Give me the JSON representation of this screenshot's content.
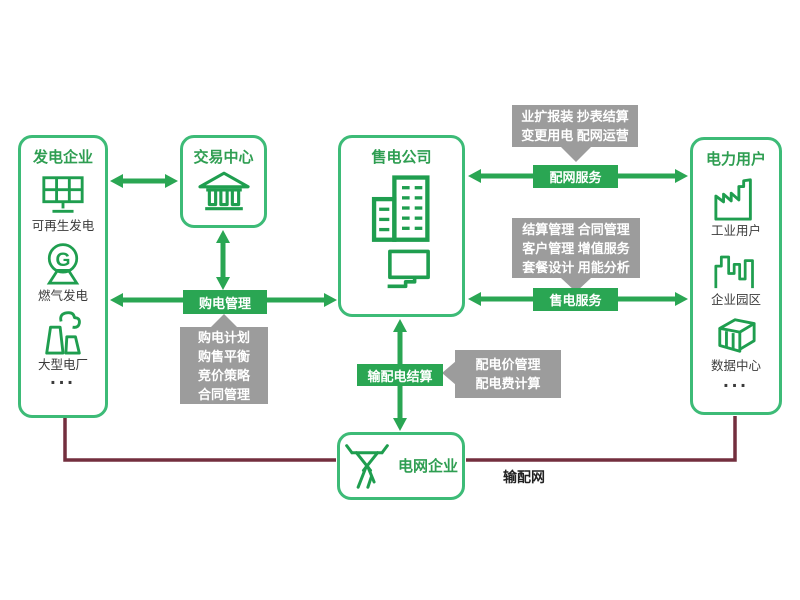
{
  "nodes": {
    "generation": {
      "title": "发电企业",
      "items": [
        {
          "icon": "solar-panel-icon",
          "label": "可再生发电"
        },
        {
          "icon": "gas-generator-icon",
          "label": "燃气发电"
        },
        {
          "icon": "power-plant-icon",
          "label": "大型电厂"
        }
      ],
      "ellipsis": "..."
    },
    "trading": {
      "title": "交易中心",
      "icon": "bank-icon"
    },
    "retail": {
      "title": "售电公司",
      "icons": [
        "office-buildings-icon",
        "monitor-icon"
      ]
    },
    "users": {
      "title": "电力用户",
      "items": [
        {
          "icon": "factory-icon",
          "label": "工业用户"
        },
        {
          "icon": "campus-skyline-icon",
          "label": "企业园区"
        },
        {
          "icon": "datacenter-icon",
          "label": "数据中心"
        }
      ],
      "ellipsis": "..."
    },
    "grid": {
      "title": "电网企业",
      "icon": "transmission-tower-icon"
    }
  },
  "edge_labels": {
    "distribution_service": "配网服务",
    "retail_service": "售电服务",
    "purchase_mgmt": "购电管理",
    "transmission_settlement": "输配电结算",
    "network": "输配网"
  },
  "detail_boxes": {
    "dist_ops": {
      "lines": [
        "业扩报装 抄表结算",
        "变更用电 配网运营"
      ]
    },
    "retail_ops": {
      "lines": [
        "结算管理 合同管理",
        "客户管理 增值服务",
        "套餐设计 用能分析"
      ]
    },
    "purchase_ops": {
      "lines": [
        "购电计划",
        "购售平衡",
        "竞价策略",
        "合同管理"
      ]
    },
    "settlement_ops": {
      "lines": [
        "配电价管理",
        "配电费计算"
      ]
    }
  },
  "colors": {
    "green": "#2aa653",
    "green_border": "#3dbb77",
    "gray": "#9c9c9c",
    "maroon": "#732f3e"
  }
}
